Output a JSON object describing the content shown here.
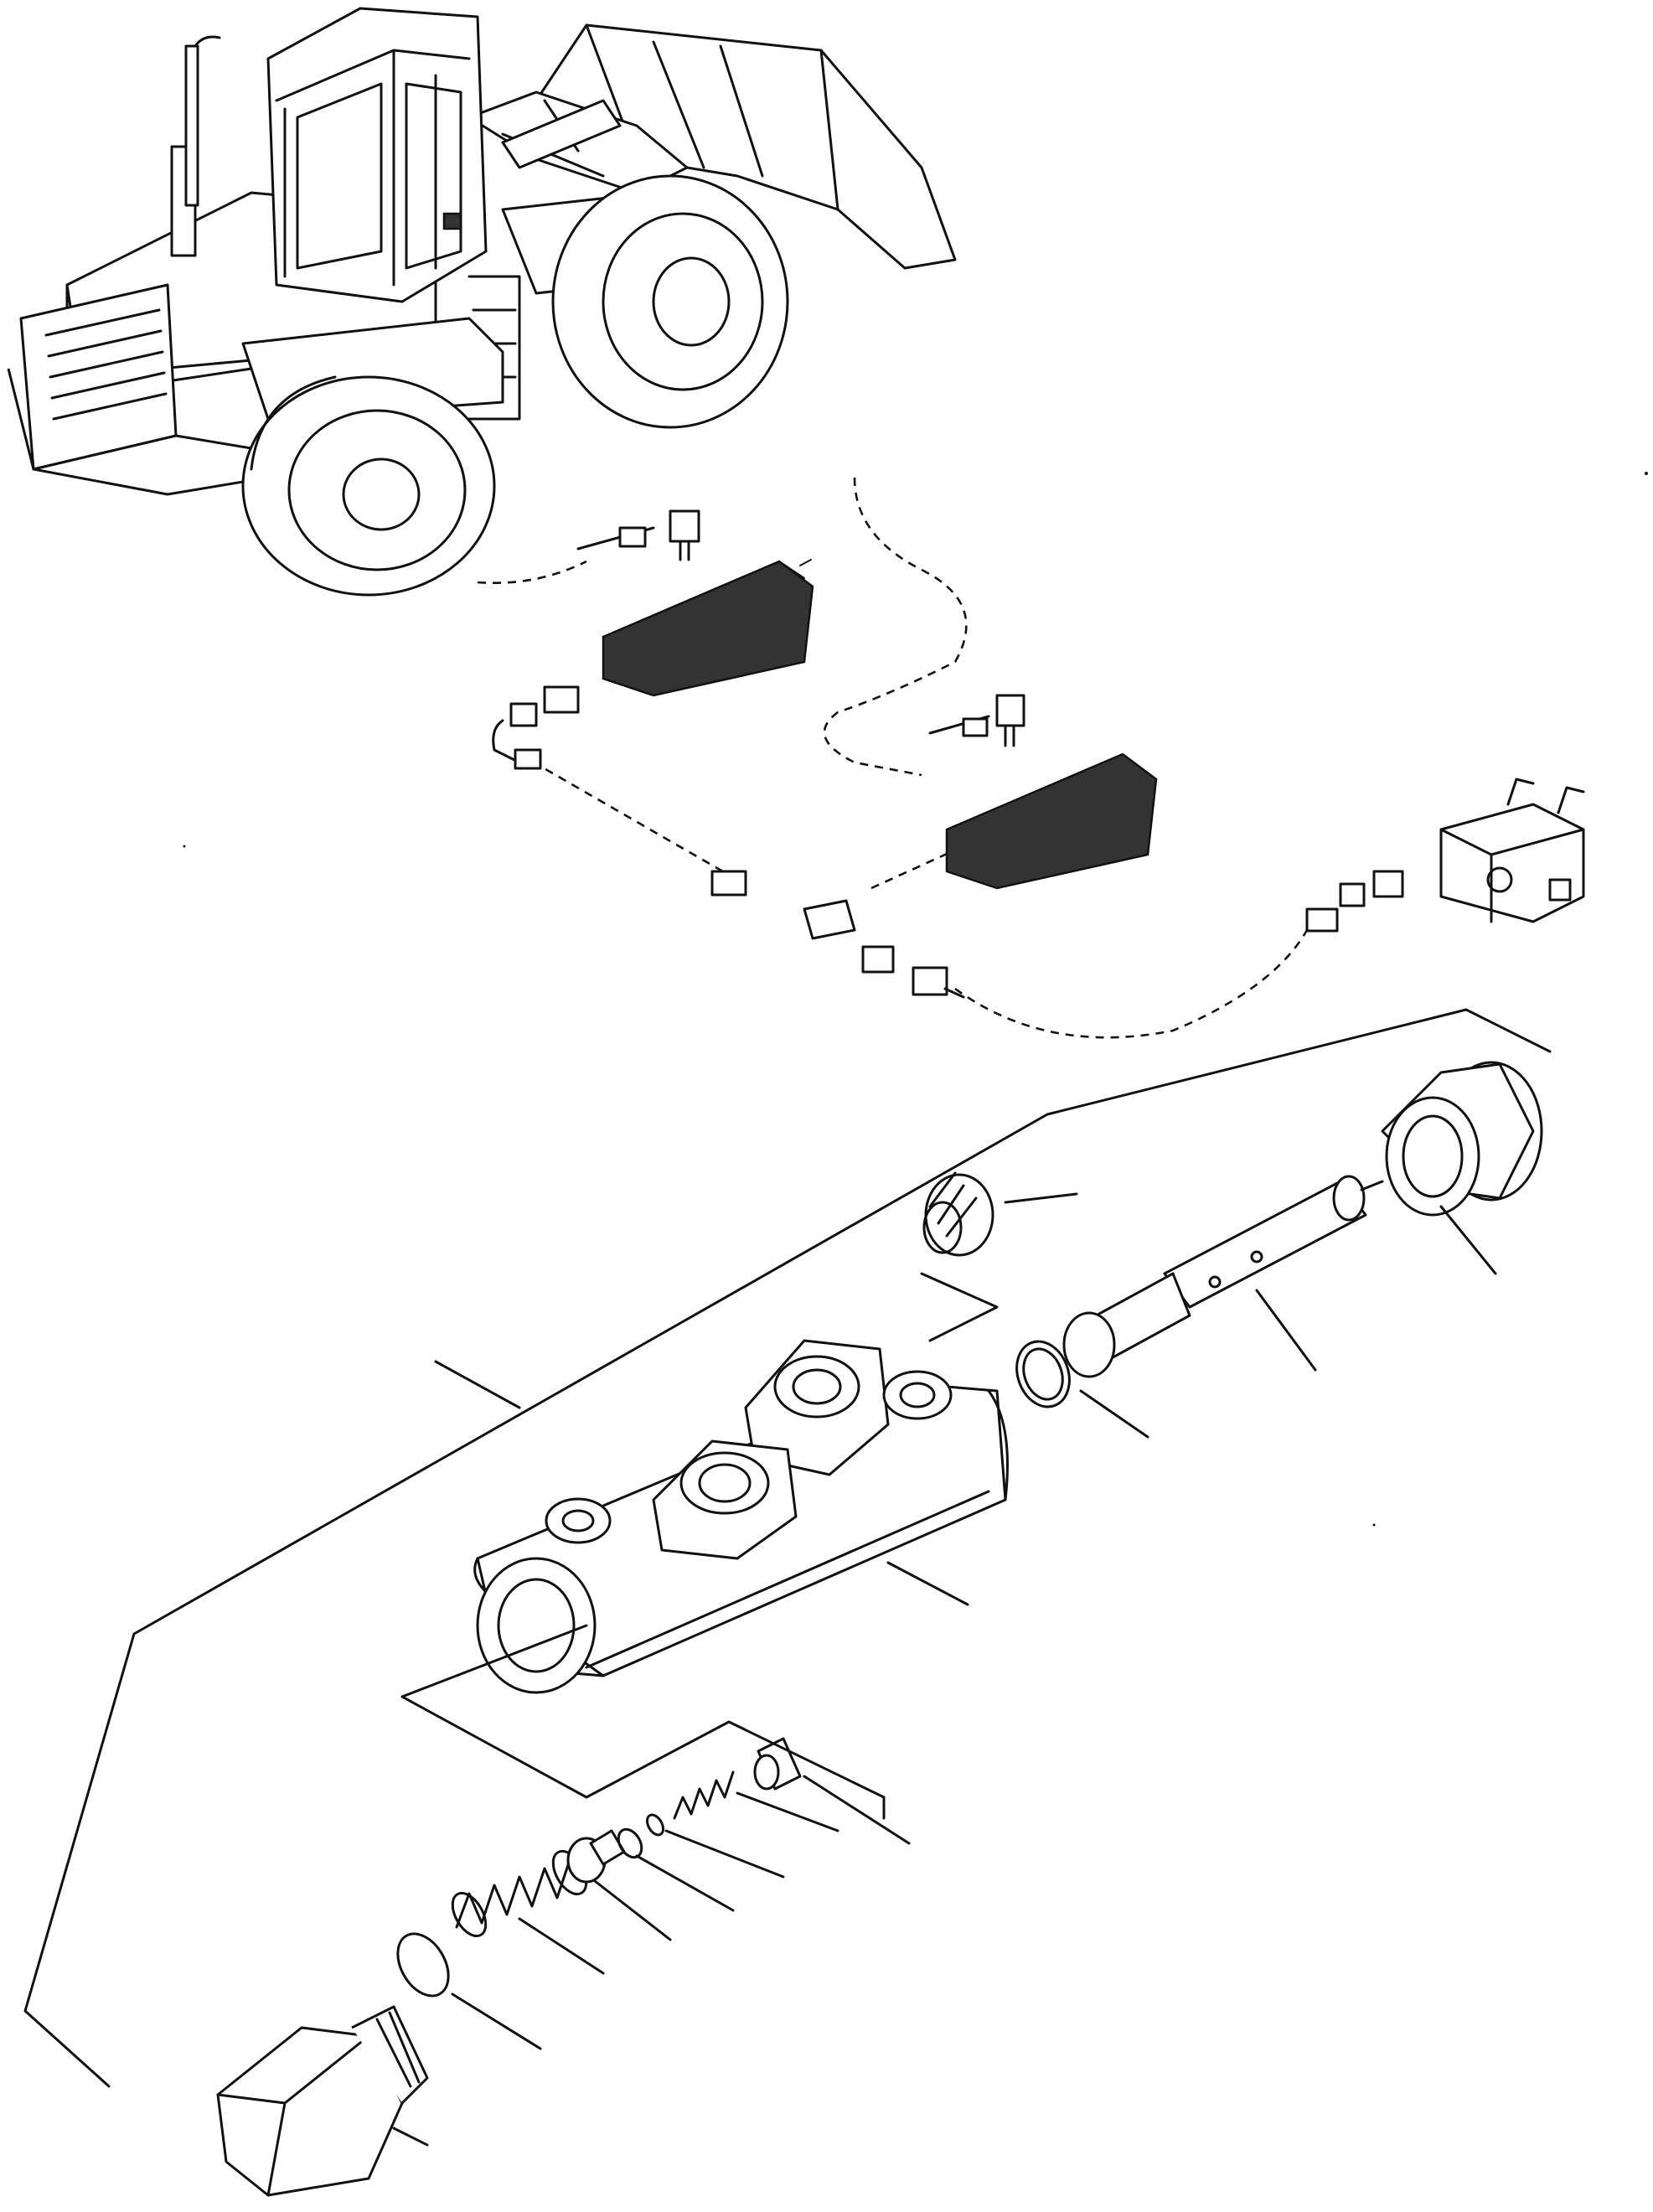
{
  "diagram": {
    "kind": "exploded-parts-view",
    "colors": {
      "line": "#111111",
      "background": "#ffffff",
      "shade": "#333333"
    },
    "components": [
      {
        "id": "wheel-loader",
        "icon": "wheel-loader-illustration"
      },
      {
        "id": "valve-unit-upper",
        "icon": "hydraulic-valve-block"
      },
      {
        "id": "valve-unit-lower",
        "icon": "hydraulic-valve-block"
      },
      {
        "id": "valve-body",
        "icon": "valve-body-casting"
      },
      {
        "id": "spool",
        "icon": "valve-spool"
      },
      {
        "id": "plug",
        "icon": "hex-plug"
      },
      {
        "id": "spring",
        "icon": "coil-spring"
      },
      {
        "id": "o-ring",
        "icon": "o-ring-seal"
      }
    ]
  }
}
